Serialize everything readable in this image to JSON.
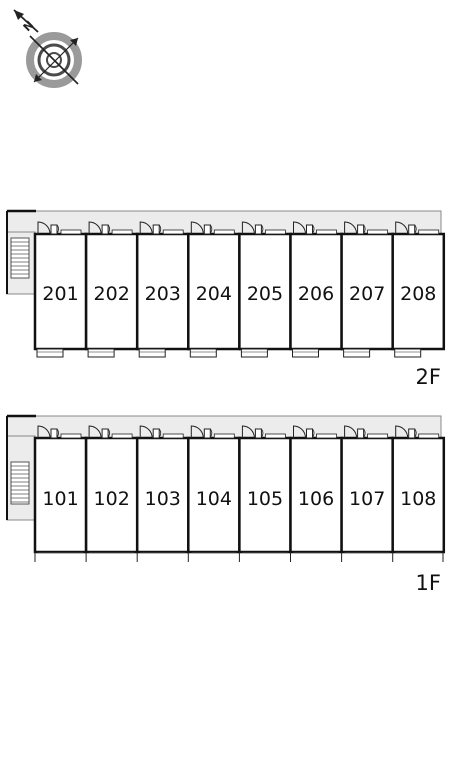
{
  "compass": {
    "north_marker": "N",
    "icon": "compass-rose-icon"
  },
  "floors": [
    {
      "id": "2F",
      "label": "2F",
      "units": [
        "201",
        "202",
        "203",
        "204",
        "205",
        "206",
        "207",
        "208"
      ]
    },
    {
      "id": "1F",
      "label": "1F",
      "units": [
        "101",
        "102",
        "103",
        "104",
        "105",
        "106",
        "107",
        "108"
      ]
    }
  ],
  "colors": {
    "corridor": "#ececec",
    "corridor_edge": "#888888",
    "wall": "#111111",
    "stair_fill": "#cfcfcf",
    "compass_ring": "#9a9a9a",
    "compass_inner": "#4a4a4a"
  }
}
